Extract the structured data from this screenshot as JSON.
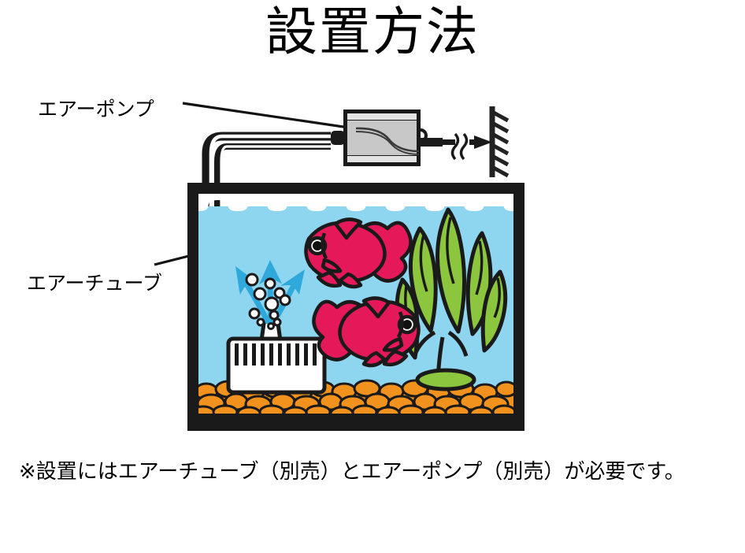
{
  "page": {
    "title": "設置方法",
    "background_color": "#ffffff"
  },
  "labels": {
    "air_pump": "エアーポンプ",
    "air_tube": "エアーチューブ"
  },
  "footnote": {
    "text": "※設置にはエアーチューブ（別売）とエアーポンプ（別売）が必要です。"
  },
  "colors": {
    "outline": "#1a1a1a",
    "water": "#8ED6F0",
    "gravel": "#F2921E",
    "plant": "#8CC63E",
    "fish": "#E5195A",
    "pump_body": "#C8C8C8",
    "pump_trim": "#E0E0E0",
    "arrow_blue": "#2FA8DC",
    "bubble": "#ffffff",
    "filter_body": "#ffffff"
  },
  "diagram": {
    "parts": [
      {
        "name": "air-pump",
        "label": "エアーポンプ"
      },
      {
        "name": "air-tube",
        "label": "エアーチューブ"
      },
      {
        "name": "power-cord",
        "label": ""
      },
      {
        "name": "wall-mount",
        "label": ""
      },
      {
        "name": "aquarium-tank",
        "label": ""
      },
      {
        "name": "water",
        "label": ""
      },
      {
        "name": "gravel",
        "label": ""
      },
      {
        "name": "bottom-filter",
        "label": ""
      },
      {
        "name": "aquatic-plant",
        "label": ""
      },
      {
        "name": "goldfish-upper",
        "label": ""
      },
      {
        "name": "goldfish-lower",
        "label": ""
      },
      {
        "name": "bubbles",
        "label": ""
      },
      {
        "name": "flow-arrows",
        "label": ""
      }
    ]
  }
}
